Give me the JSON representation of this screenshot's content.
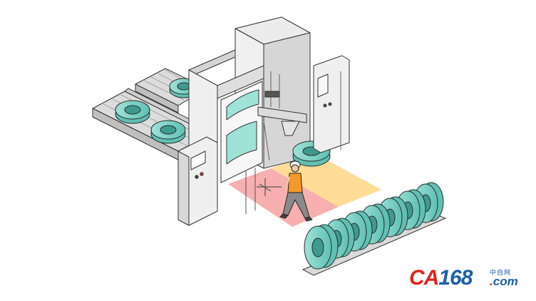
{
  "logo": {
    "brand_letters": "CA",
    "brand_number": "168",
    "chinese_text": "中自网",
    "domain_dot": ".",
    "domain": "com"
  },
  "colors": {
    "tire": "#7fd3c8",
    "tire_dark": "#4aa79b",
    "machine": "#e6e6e6",
    "machine_dark": "#bdbdbd",
    "red_zone": "#f5a3a3",
    "yellow_zone": "#ffd98a",
    "worker_vest": "#f59a2a",
    "logo_red": "#e2231a",
    "logo_blue": "#1d5fa8"
  },
  "icons": [
    "tire-icon",
    "worker-icon",
    "control-panel-icon",
    "conveyor-icon"
  ]
}
